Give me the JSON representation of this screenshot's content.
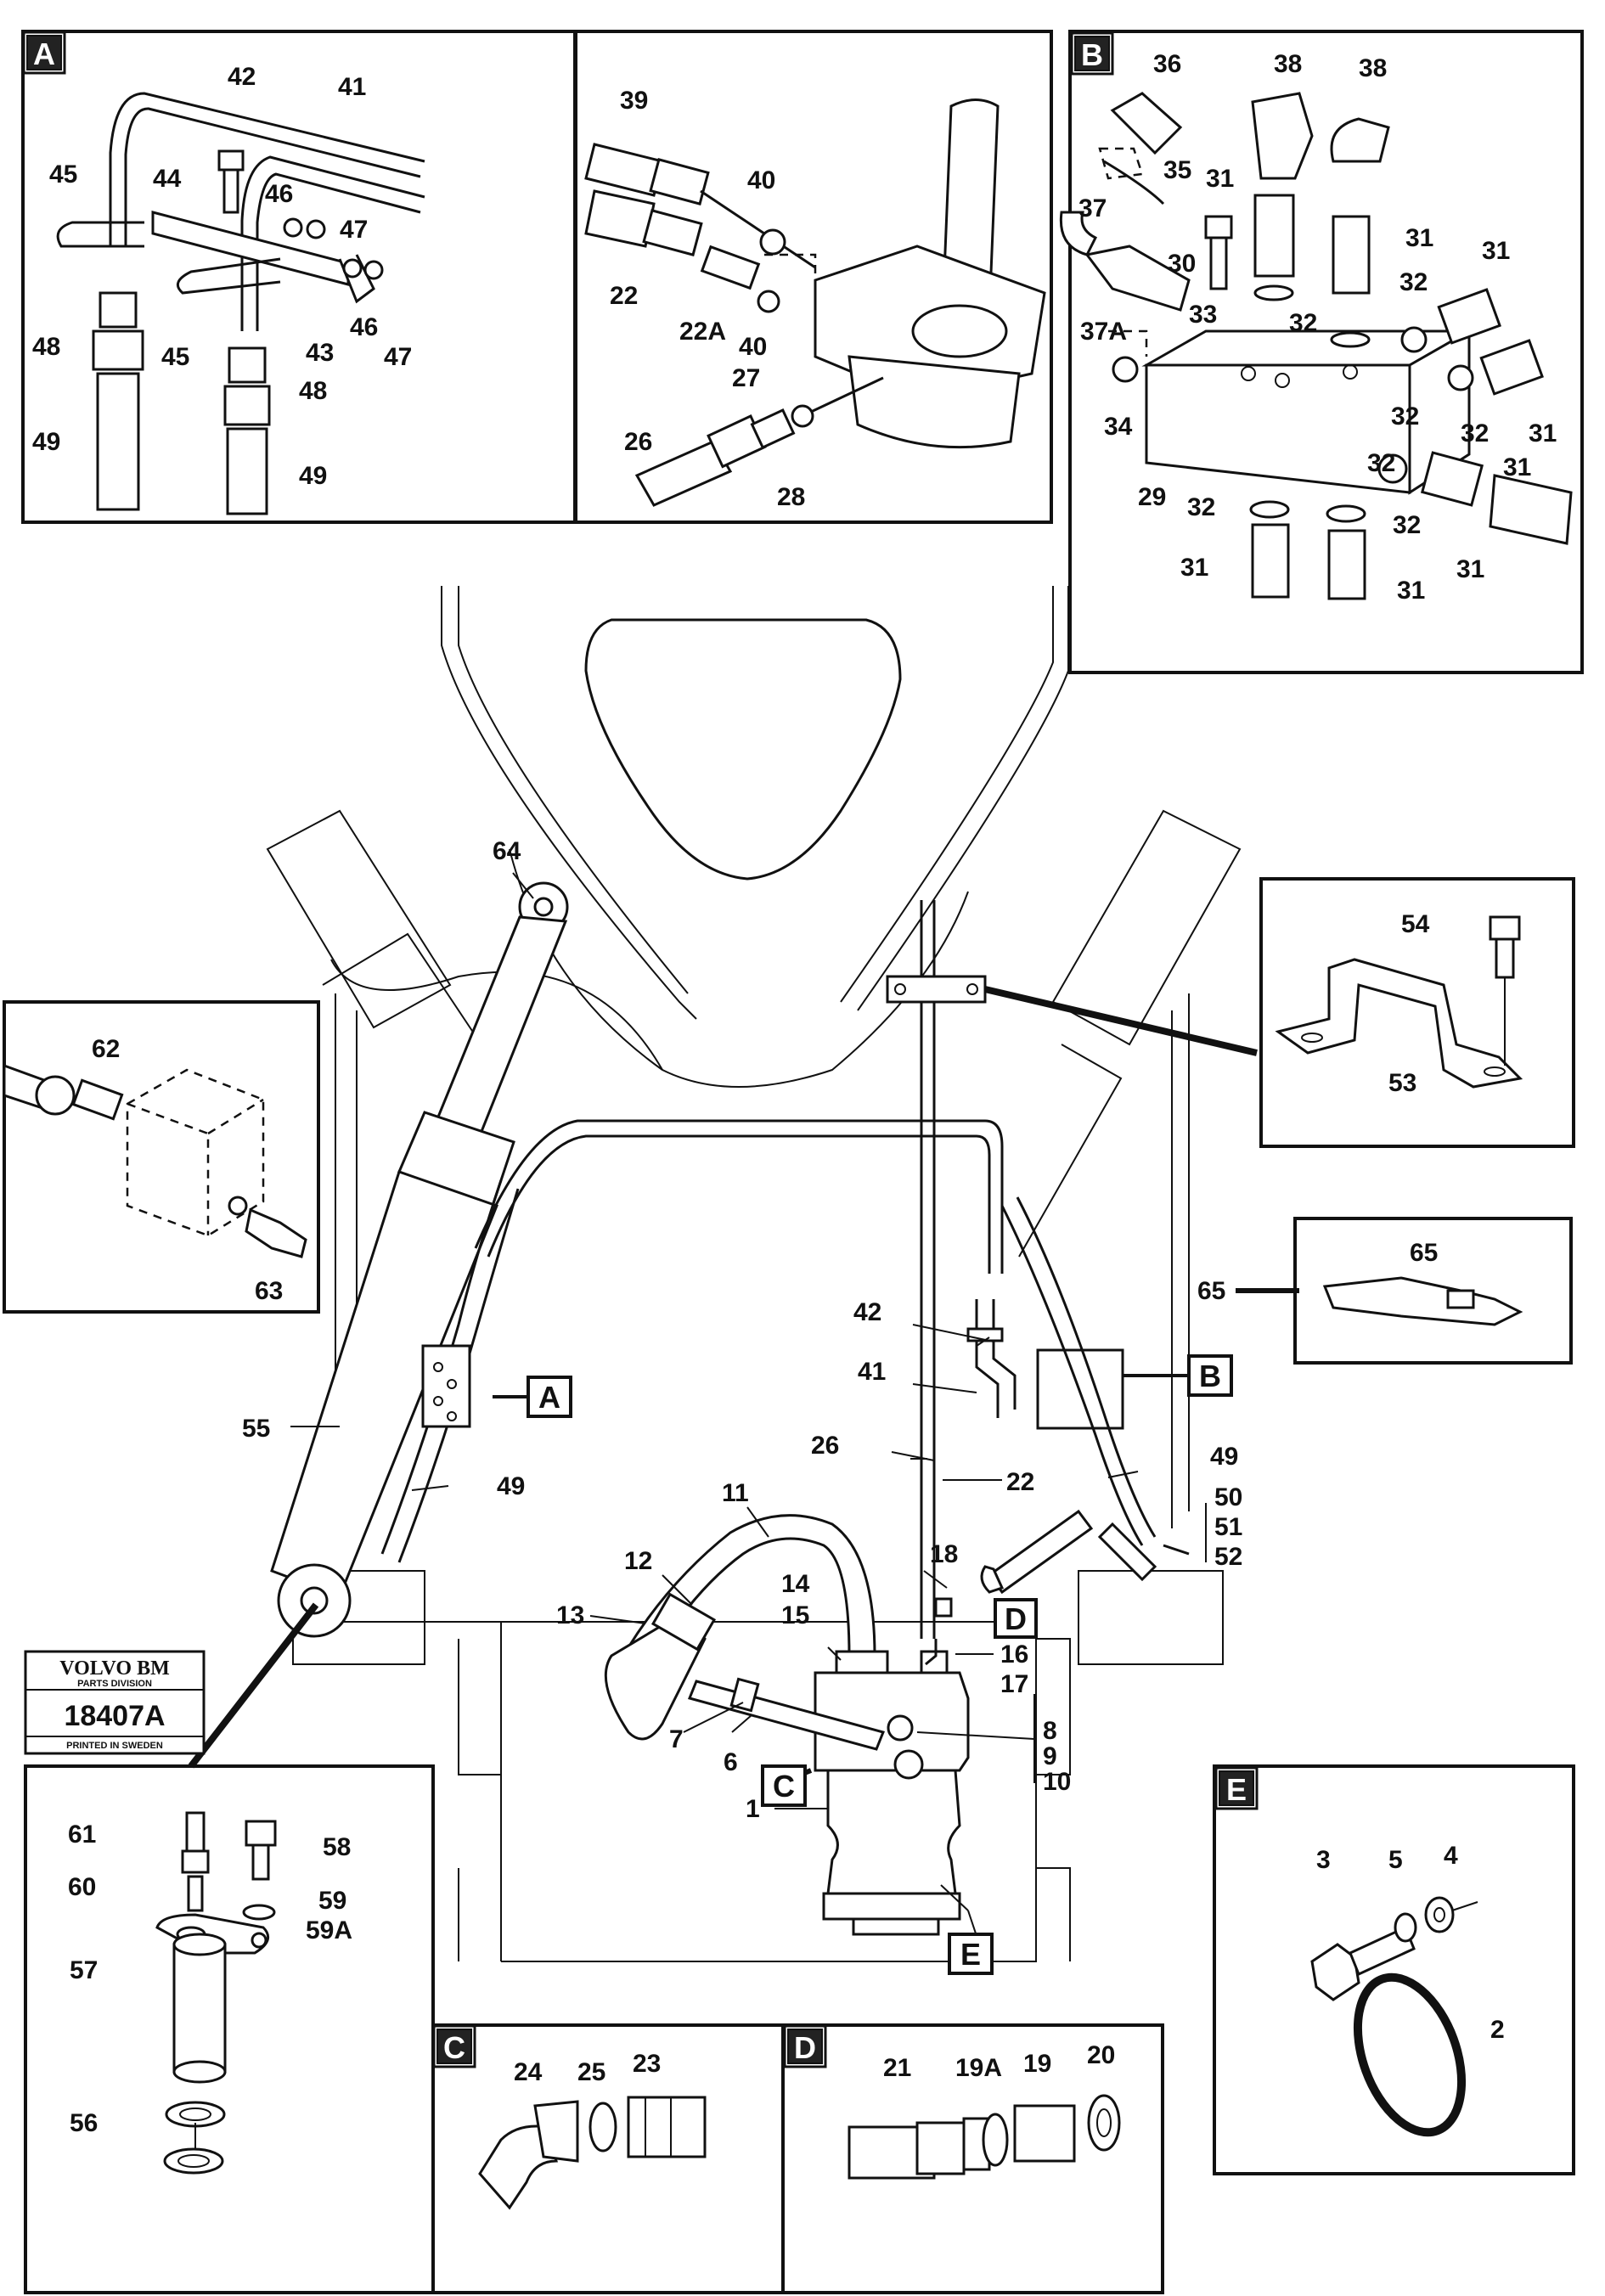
{
  "callouts": {
    "A": "A",
    "B": "B",
    "C": "C",
    "D": "D",
    "E": "E"
  },
  "logo": {
    "brand": "VOLVO BM",
    "division": "PARTS DIVISION",
    "number": "18407A",
    "printed": "PRINTED IN SWEDEN"
  },
  "parts": {
    "p1": "1",
    "p2": "2",
    "p3": "3",
    "p4": "4",
    "p5": "5",
    "p6": "6",
    "p7": "7",
    "p8": "8",
    "p9": "9",
    "p10": "10",
    "p11": "11",
    "p12": "12",
    "p13": "13",
    "p14": "14",
    "p15": "15",
    "p16": "16",
    "p17": "17",
    "p18": "18",
    "p19": "19",
    "p19A": "19A",
    "p20": "20",
    "p21": "21",
    "p22a": "22",
    "p22b": "22",
    "p22A": "22A",
    "p23": "23",
    "p24": "24",
    "p25": "25",
    "p26a": "26",
    "p26b": "26",
    "p27": "27",
    "p28": "28",
    "p29": "29",
    "p30": "30",
    "p31a": "31",
    "p31b": "31",
    "p31c": "31",
    "p31d": "31",
    "p31e": "31",
    "p31f": "31",
    "p31g": "31",
    "p31h": "31",
    "p32a": "32",
    "p32b": "32",
    "p32c": "32",
    "p32d": "32",
    "p32e": "32",
    "p32f": "32",
    "p32g": "32",
    "p33": "33",
    "p34": "34",
    "p35": "35",
    "p36": "36",
    "p37": "37",
    "p37A": "37A",
    "p38a": "38",
    "p38b": "38",
    "p39": "39",
    "p40a": "40",
    "p40b": "40",
    "p41a": "41",
    "p41b": "41",
    "p42a": "42",
    "p42b": "42",
    "p43": "43",
    "p44": "44",
    "p45a": "45",
    "p45b": "45",
    "p46a": "46",
    "p46b": "46",
    "p47a": "47",
    "p47b": "47",
    "p48a": "48",
    "p48b": "48",
    "p49a": "49",
    "p49b": "49",
    "p49c": "49",
    "p49d": "49",
    "p50": "50",
    "p51": "51",
    "p52": "52",
    "p53": "53",
    "p54": "54",
    "p55": "55",
    "p56": "56",
    "p57": "57",
    "p58": "58",
    "p59": "59",
    "p59A": "59A",
    "p60": "60",
    "p61": "61",
    "p62": "62",
    "p63": "63",
    "p64": "64",
    "p65a": "65",
    "p65b": "65"
  }
}
